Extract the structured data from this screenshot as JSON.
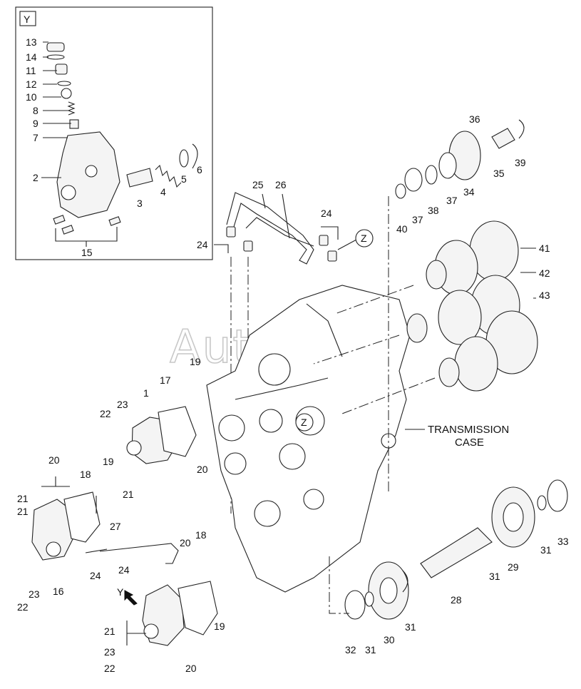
{
  "inset": {
    "tag": "Y"
  },
  "watermark": "AutoSoft",
  "case_label": {
    "line1": "TRANSMISSION",
    "line2": "CASE"
  },
  "refs": {
    "z1": "Z",
    "z2": "Z",
    "y_arrow": "Y"
  },
  "callouts": [
    "13",
    "14",
    "11",
    "12",
    "10",
    "8",
    "9",
    "7",
    "2",
    "3",
    "4",
    "5",
    "6",
    "15",
    "25",
    "26",
    "24",
    "24",
    "36",
    "39",
    "35",
    "34",
    "37",
    "38",
    "37",
    "40",
    "41",
    "42",
    "43",
    "1",
    "17",
    "19",
    "23",
    "22",
    "21",
    "19",
    "18",
    "20",
    "20",
    "21",
    "21",
    "23",
    "22",
    "16",
    "24",
    "27",
    "24",
    "20",
    "18",
    "21",
    "23",
    "22",
    "20",
    "19",
    "28",
    "29",
    "31",
    "33",
    "31",
    "30",
    "31",
    "31",
    "32"
  ]
}
